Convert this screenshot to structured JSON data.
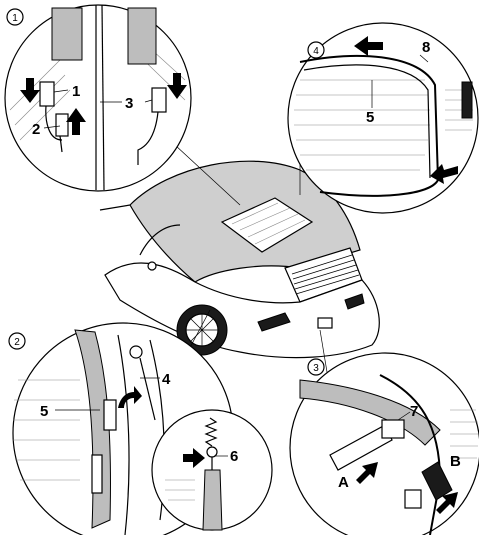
{
  "steps": [
    "1",
    "2",
    "3",
    "4"
  ],
  "callouts": {
    "one": "1",
    "two": "2",
    "three": "3",
    "four": "4",
    "five_a": "5",
    "five_b": "5",
    "six": "6",
    "seven": "7",
    "eight": "8",
    "a": "A",
    "b": "B"
  },
  "colors": {
    "line": "#000000",
    "shade": "#bdbdbd",
    "background": "#ffffff"
  }
}
